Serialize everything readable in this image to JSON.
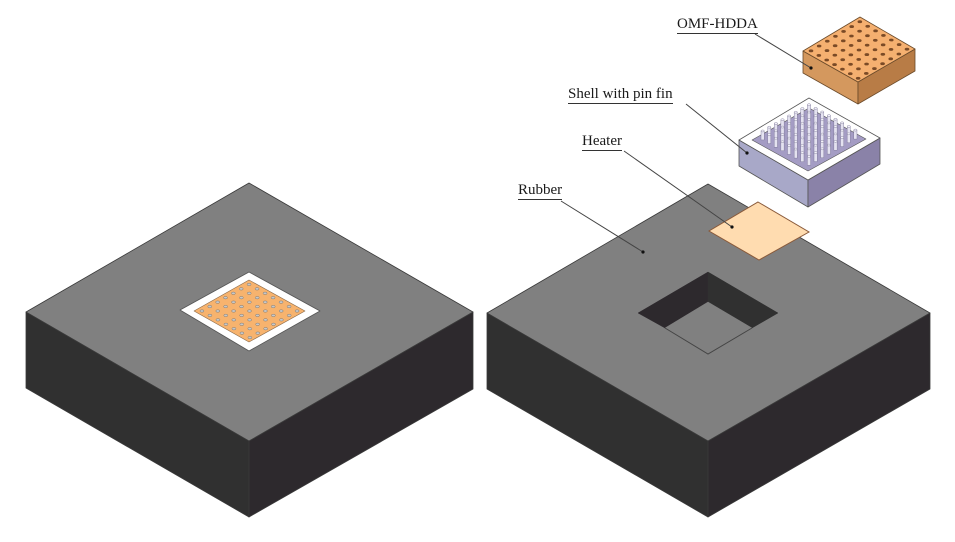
{
  "labels": {
    "omf_hdda": "OMF-HDDA",
    "shell": "Shell with pin fin",
    "heater": "Heater",
    "rubber": "Rubber"
  },
  "colors": {
    "rubber_top": "#808080",
    "rubber_left": "#303030",
    "rubber_right": "#2d292d",
    "edge": "#3a3a3a",
    "copper_top": "#f5b070",
    "copper_left": "#d4985e",
    "copper_right": "#b87c46",
    "hole": "#7a4a26",
    "shell_frame": "#ffffff",
    "shell_left": "#a8a8c8",
    "shell_right": "#8a82a8",
    "shell_inner": "#a49cc4",
    "pin": "#e4e2f0",
    "heater": "#ffdcb0",
    "heater_edge": "#8a5a3a",
    "pad_frame": "#ffffff",
    "pad_copper": "#f7b36e",
    "pad_hole": "#c8c8c8"
  },
  "grid": {
    "omf_holes": 7,
    "pad_holes": 7,
    "pins": 8
  }
}
